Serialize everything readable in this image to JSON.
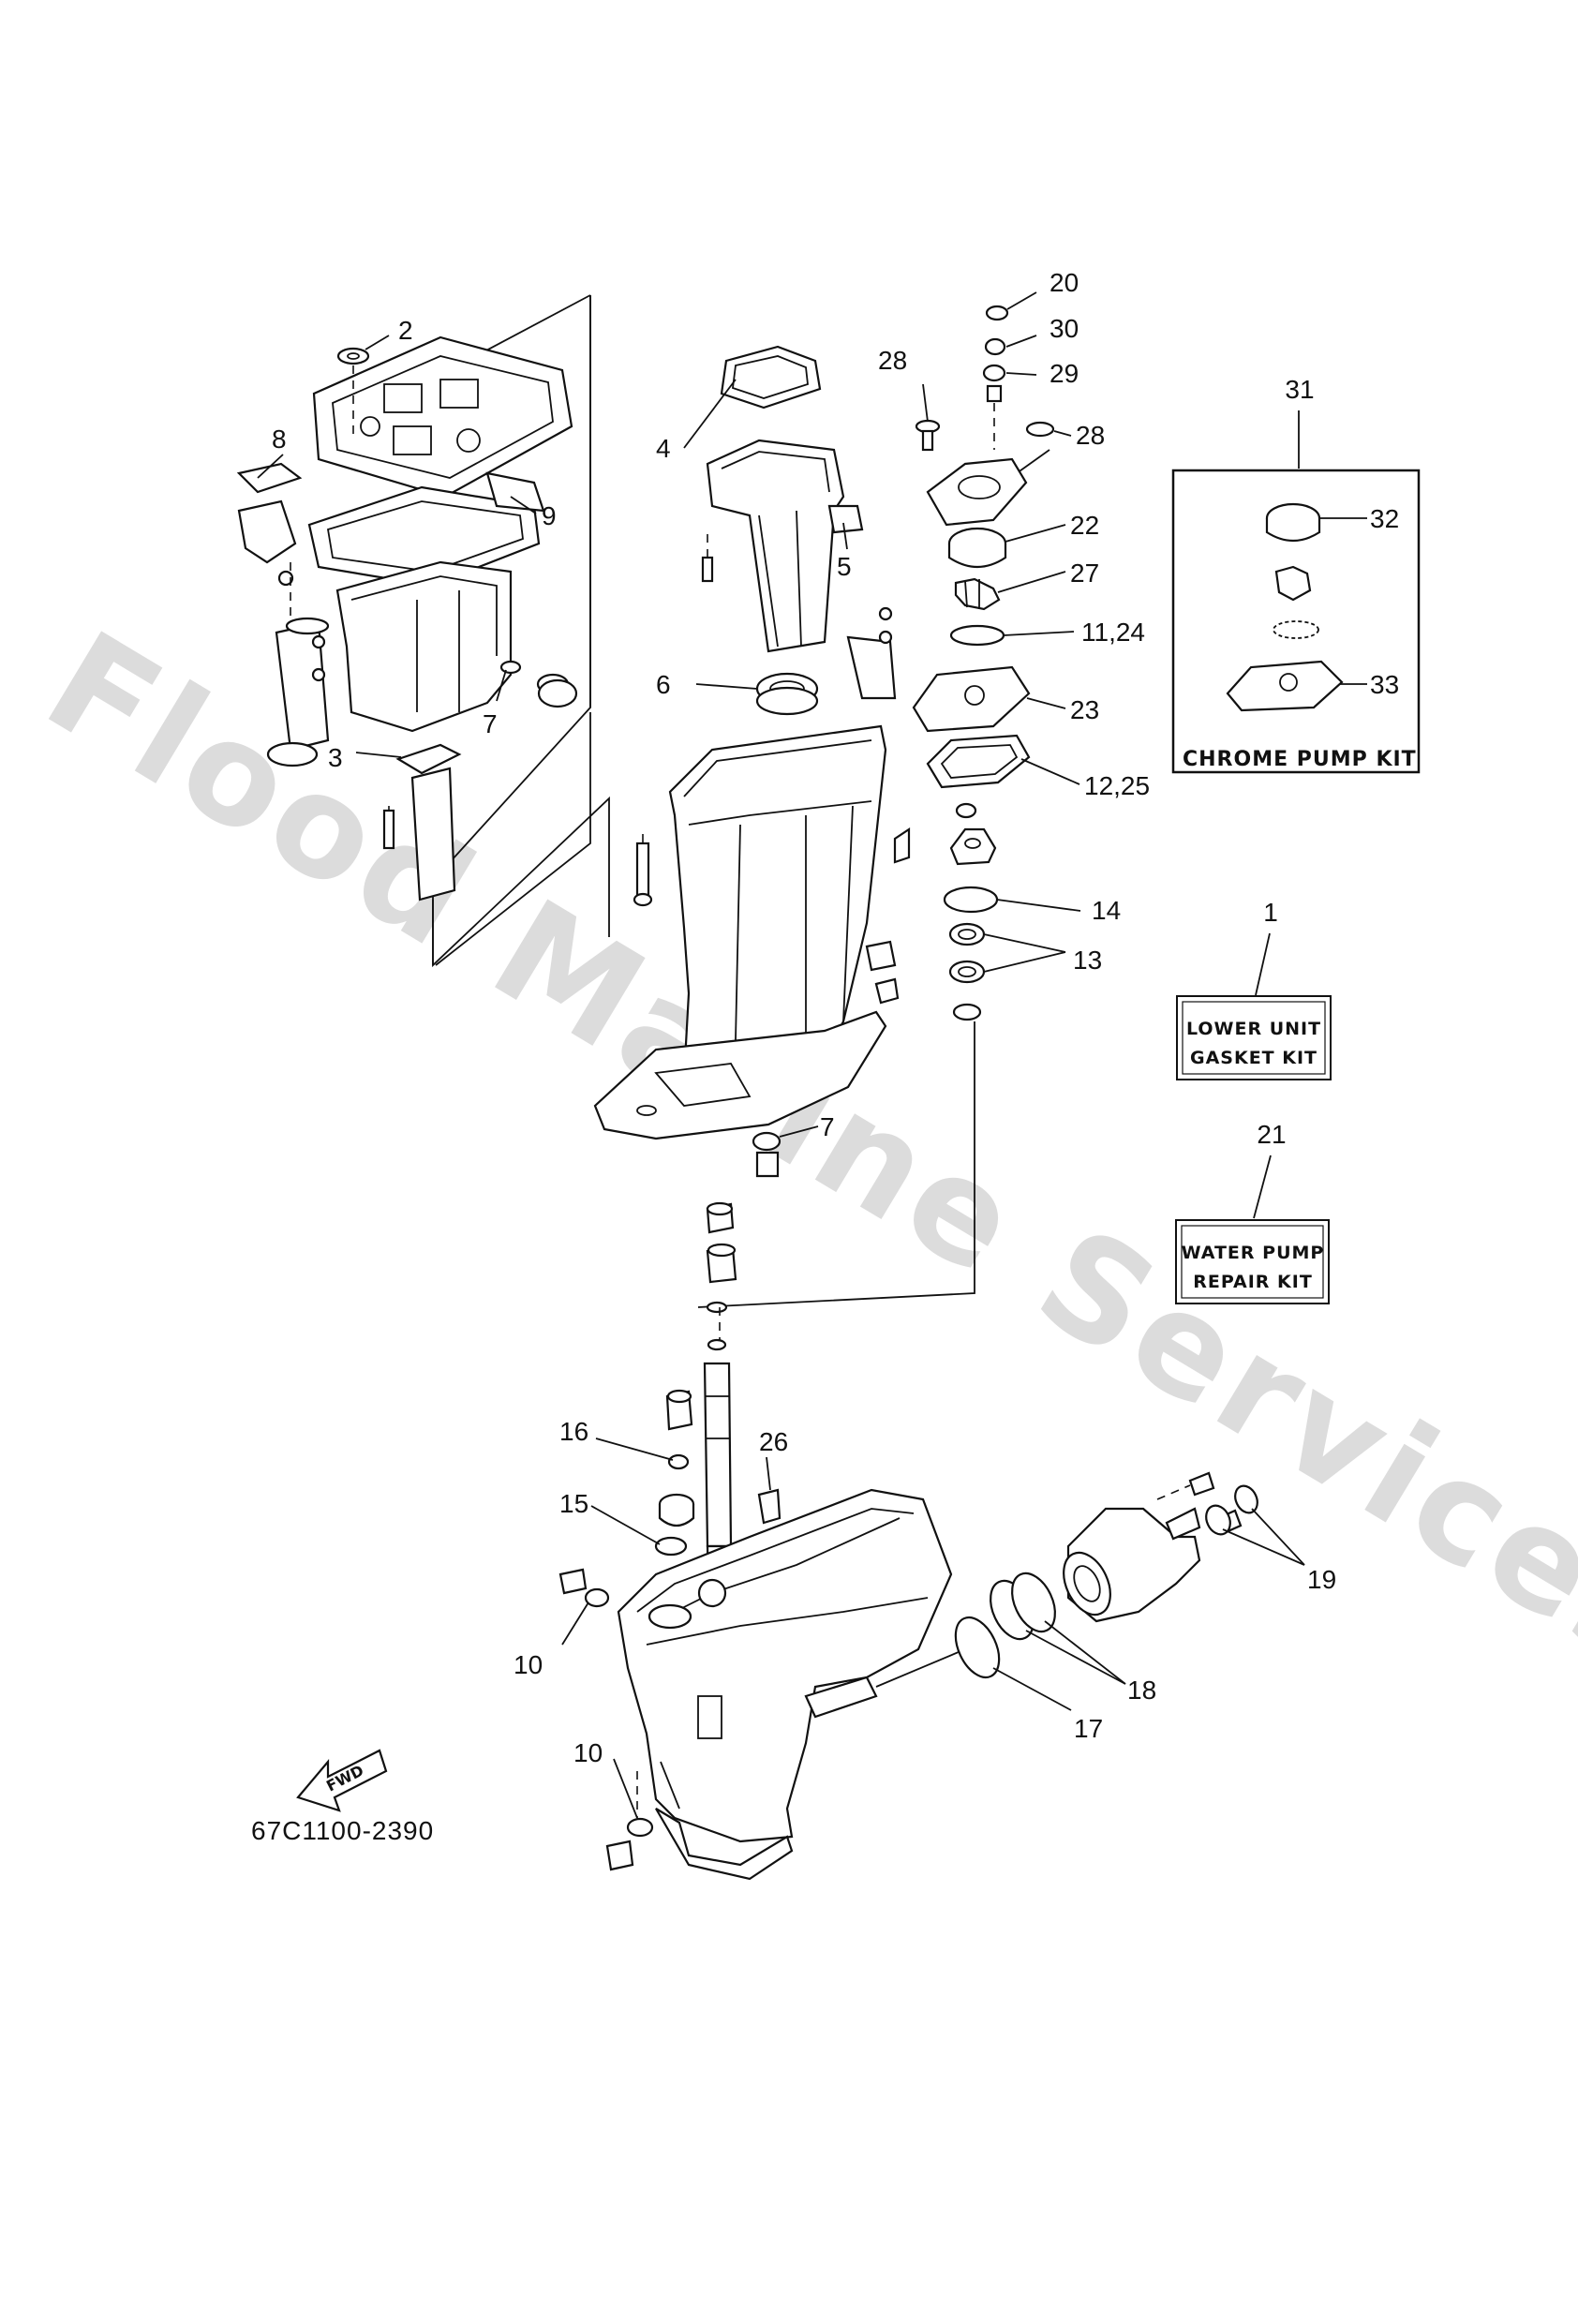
{
  "watermark": "Flood Marine Services",
  "diagram_code": "67C1100-2390",
  "direction_arrow": "FWD",
  "kits": {
    "chrome_pump_kit": {
      "ref": "31",
      "label": "CHROME PUMP KIT"
    },
    "lower_unit_gasket_kit": {
      "ref": "1",
      "line1": "LOWER UNIT",
      "line2": "GASKET KIT"
    },
    "water_pump_repair_kit": {
      "ref": "21",
      "line1": "WATER PUMP",
      "line2": "REPAIR KIT"
    }
  },
  "callouts": {
    "c2": "2",
    "c8": "8",
    "c9": "9",
    "c3": "3",
    "c7a": "7",
    "c4": "4",
    "c5": "5",
    "c6": "6",
    "c28a": "28",
    "c28b": "28",
    "c20": "20",
    "c30": "30",
    "c29": "29",
    "c22": "22",
    "c27": "27",
    "c11_24": "11,24",
    "c23": "23",
    "c12_25": "12,25",
    "c14": "14",
    "c13": "13",
    "c7b": "7",
    "c32": "32",
    "c33": "33",
    "c16": "16",
    "c26": "26",
    "c15": "15",
    "c10a": "10",
    "c10b": "10",
    "c19": "19",
    "c18": "18",
    "c17": "17"
  }
}
